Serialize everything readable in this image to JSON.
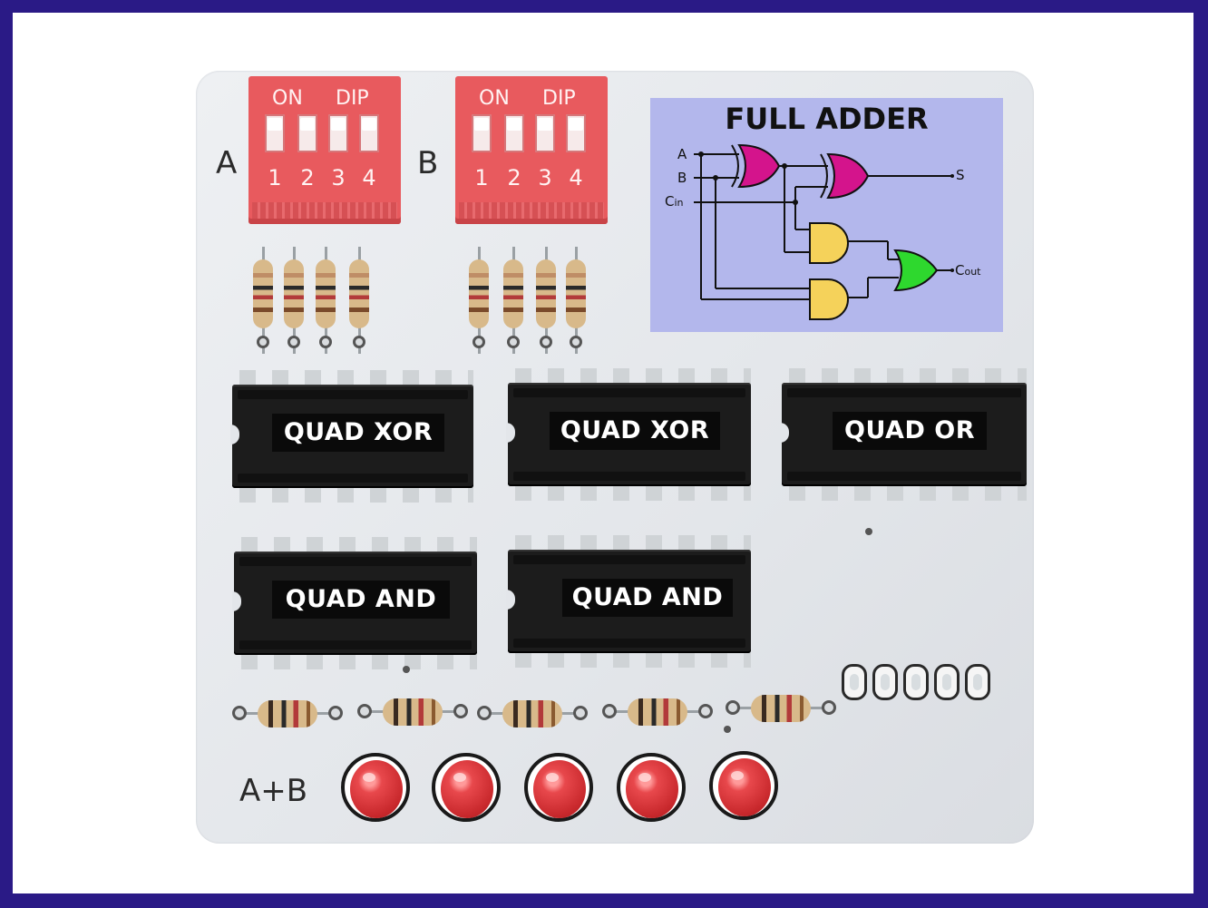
{
  "board": {
    "dip_switches": [
      {
        "side_label": "A",
        "on_label": "ON",
        "dip_label": "DIP",
        "numbers": [
          "1",
          "2",
          "3",
          "4"
        ]
      },
      {
        "side_label": "B",
        "on_label": "ON",
        "dip_label": "DIP",
        "numbers": [
          "1",
          "2",
          "3",
          "4"
        ]
      }
    ],
    "chips": [
      {
        "label": "QUAD XOR"
      },
      {
        "label": "QUAD XOR"
      },
      {
        "label": "QUAD OR"
      },
      {
        "label": "QUAD AND"
      },
      {
        "label": "QUAD AND"
      }
    ],
    "output_label": "A+B",
    "led_color": "#d8383c"
  },
  "diagram": {
    "title": "FULL ADDER",
    "input_a": "A",
    "input_b": "B",
    "input_cin": "C",
    "input_cin_sub": "in",
    "output_s": "S",
    "output_cout": "C",
    "output_cout_sub": "out",
    "xor_color": "#d4148c",
    "and_color": "#f5d25a",
    "or_color": "#2ed82e"
  },
  "colors": {
    "frame": "#2a1a86",
    "dip": "#e85a5e",
    "diagram_bg": "#b3b7ec"
  }
}
